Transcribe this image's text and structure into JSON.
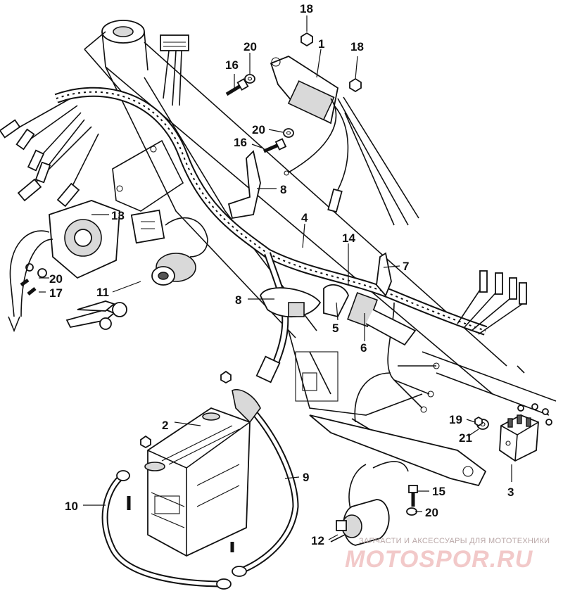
{
  "callouts": {
    "c1": "1",
    "c2": "2",
    "c3": "3",
    "c4": "4",
    "c5": "5",
    "c6": "6",
    "c7": "7",
    "c8a": "8",
    "c8b": "8",
    "c9": "9",
    "c10": "10",
    "c11": "11",
    "c12": "12",
    "c13": "13",
    "c14": "14",
    "c15": "15",
    "c16a": "16",
    "c16b": "16",
    "c17": "17",
    "c18a": "18",
    "c18b": "18",
    "c19": "19",
    "c20a": "20",
    "c20b": "20",
    "c20c": "20",
    "c20d": "20",
    "c21": "21"
  },
  "watermark": {
    "tagline": "ЗАПЧАСТИ И АКСЕССУАРЫ ДЛЯ МОТОТЕХНИКИ",
    "logo": "MOTOSPOR.RU"
  }
}
